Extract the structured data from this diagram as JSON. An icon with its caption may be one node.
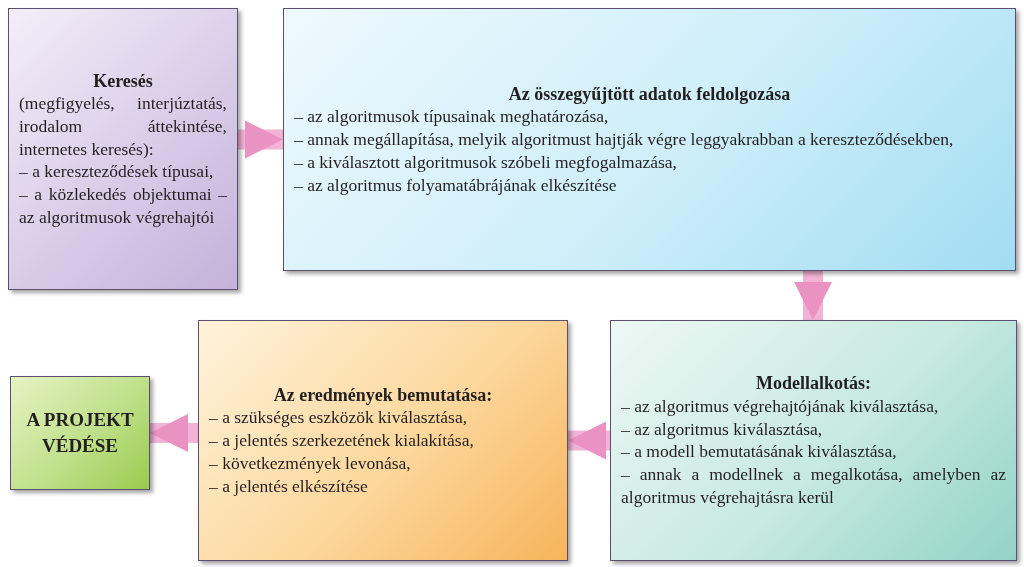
{
  "diagram": {
    "nodes": [
      {
        "text": [
          "Keresés",
          "(megfigyelés, interjúztatás, irodalom áttekintése, internetes keresés):",
          "– a kereszteződések típusai,",
          "– a közlekedés objektumai – az algoritmusok végrehajtói"
        ]
      },
      {
        "text": [
          "Az összegyűjtött adatok feldolgozása",
          "– az algoritmusok típusainak meghatározása,",
          "– annak megállapítása, melyik algoritmust hajtják végre leggyakrabban a kereszteződésekben,",
          "– a kiválasztott algoritmusok szóbeli megfogalmazása,",
          "– az algoritmus folyamatábrájának elkészítése"
        ]
      },
      {
        "text": [
          "**Modellalkotás**:",
          "– az algoritmus végrehajtójának kiválasztása,",
          "– az algoritmus kiválasztása,",
          "– a modell bemutatásának kiválasztása,",
          "– annak a modellnek a megalkotása, amelyben az algoritmus végrehajtásra kerül"
        ]
      },
      {
        "text": [
          "Az eredmények  bemutatása:",
          "– a szükséges eszközök kiválasztása,",
          "– a jelentés szerkezetének kialakítása,",
          "– következmények levonása,",
          "– a jelentés elkészítése"
        ]
      },
      {
        "text": [
          "A PROJEKT VÉDÉSE"
        ]
      }
    ],
    "edges": [
      {
        "from": 0,
        "to": 1,
        "arrow": "to"
      },
      {
        "from": 1,
        "to": 2,
        "arrow": "to"
      },
      {
        "from": 2,
        "to": 3,
        "arrow": "to"
      },
      {
        "from": 3,
        "to": 4,
        "arrow": "to"
      }
    ]
  }
}
